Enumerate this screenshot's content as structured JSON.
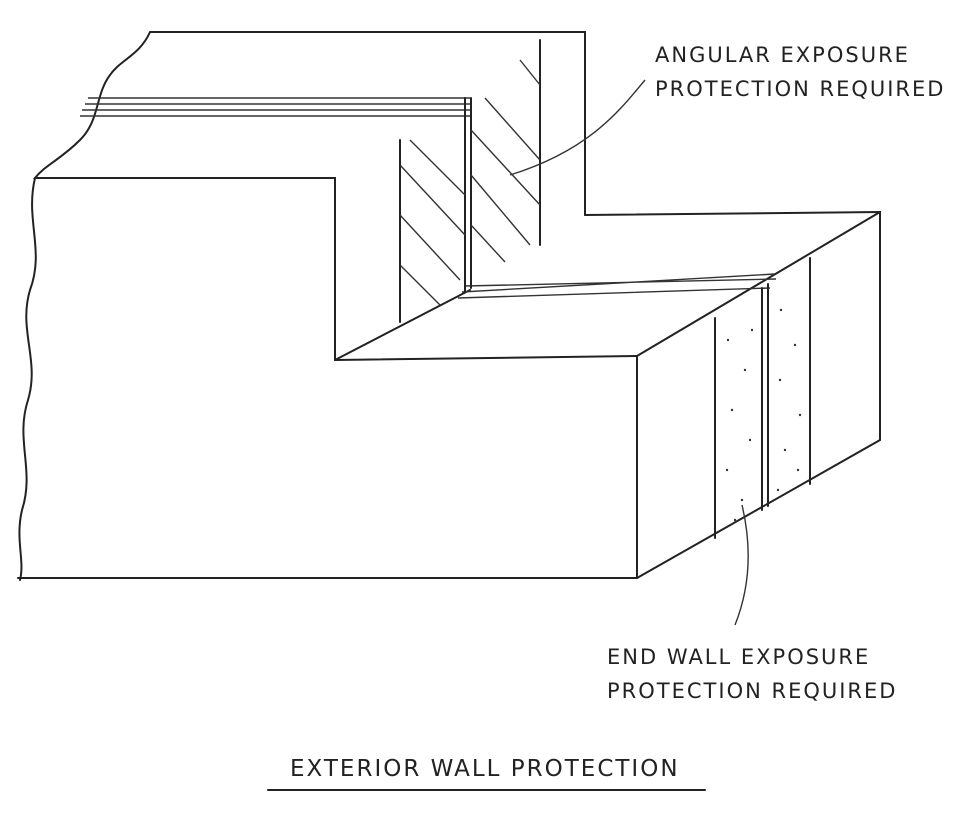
{
  "labels": {
    "angular": [
      "ANGULAR EXPOSURE",
      "PROTECTION REQUIRED"
    ],
    "end_wall": [
      "END WALL EXPOSURE",
      "PROTECTION REQUIRED"
    ]
  },
  "title": "EXTERIOR WALL PROTECTION"
}
